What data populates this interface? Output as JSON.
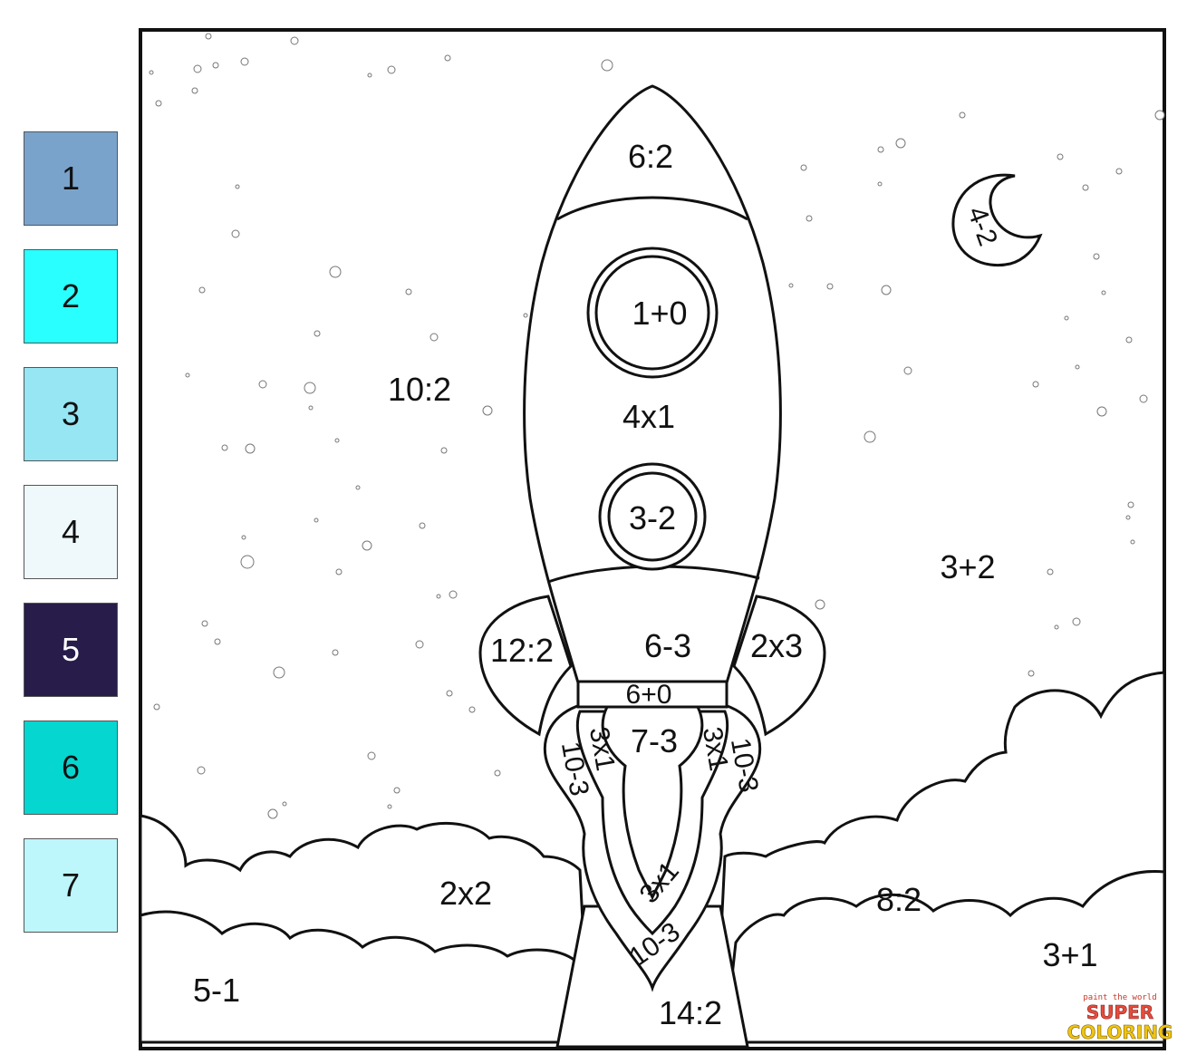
{
  "legend": {
    "items": [
      {
        "number": "1",
        "color": "#7aa3cb"
      },
      {
        "number": "2",
        "color": "#29ffff"
      },
      {
        "number": "3",
        "color": "#96e6f3"
      },
      {
        "number": "4",
        "color": "#eff9fb"
      },
      {
        "number": "5",
        "color": "#281c4a"
      },
      {
        "number": "6",
        "color": "#05d6d0"
      },
      {
        "number": "7",
        "color": "#bdf6fb"
      }
    ]
  },
  "regions": {
    "sky_left": "10:2",
    "sky_right": "3+2",
    "moon": "4-2",
    "nose_cone": "6:2",
    "window_top": "1+0",
    "body": "4x1",
    "window_bottom": "3-2",
    "fin_left": "12:2",
    "lower_body": "6-3",
    "fin_right": "2x3",
    "nozzle": "6+0",
    "flame_center": "7-3",
    "flame_left_inner": "3x1",
    "flame_left_outer": "10-3",
    "flame_right_inner": "3x1",
    "flame_right_outer": "10-3",
    "flame_tip_inner": "3x1",
    "flame_tip_outer": "10-3",
    "cloud_left_middle": "2x2",
    "cloud_left_bottom": "5-1",
    "cloud_right_middle": "8:2",
    "cloud_right_bottom": "3+1",
    "exhaust_trail": "14:2"
  },
  "watermark": {
    "small": "paint the world",
    "line1": "SUPER",
    "line2": "COLORING"
  },
  "palette": {
    "outline": "#111111",
    "star_stroke": "#777777"
  }
}
